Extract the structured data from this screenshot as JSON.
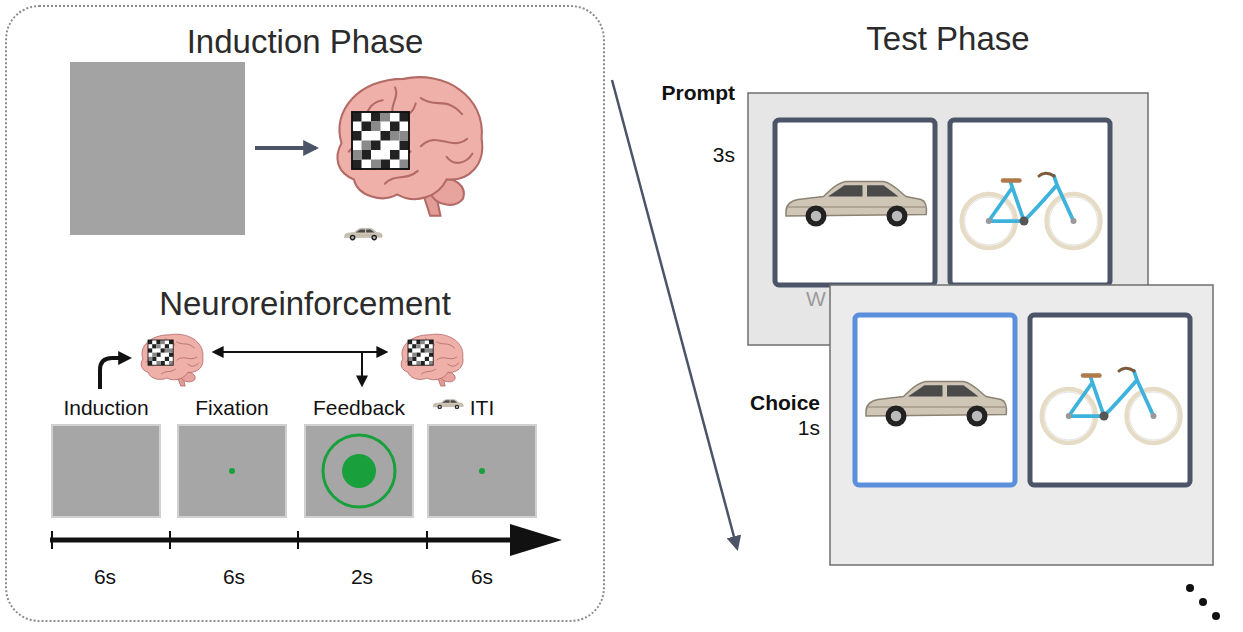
{
  "diagram": {
    "nodes": [
      {
        "text": [
          "Induction Phase",
          "Neuroreinforcement"
        ]
      },
      {
        "text": [
          "Induction"
        ],
        "in": 0
      },
      {
        "text": [
          "Fixation"
        ],
        "in": 0
      },
      {
        "text": [
          "Feedback"
        ],
        "in": 0
      },
      {
        "text": [
          "ITI"
        ],
        "in": 0
      },
      {
        "text": [
          "Prompt",
          "3s",
          "W"
        ]
      },
      {
        "text": [
          "Choice",
          "1s"
        ]
      }
    ],
    "labels": [
      "Test Phase",
      "6s",
      "6s",
      "2s",
      "6s"
    ]
  }
}
